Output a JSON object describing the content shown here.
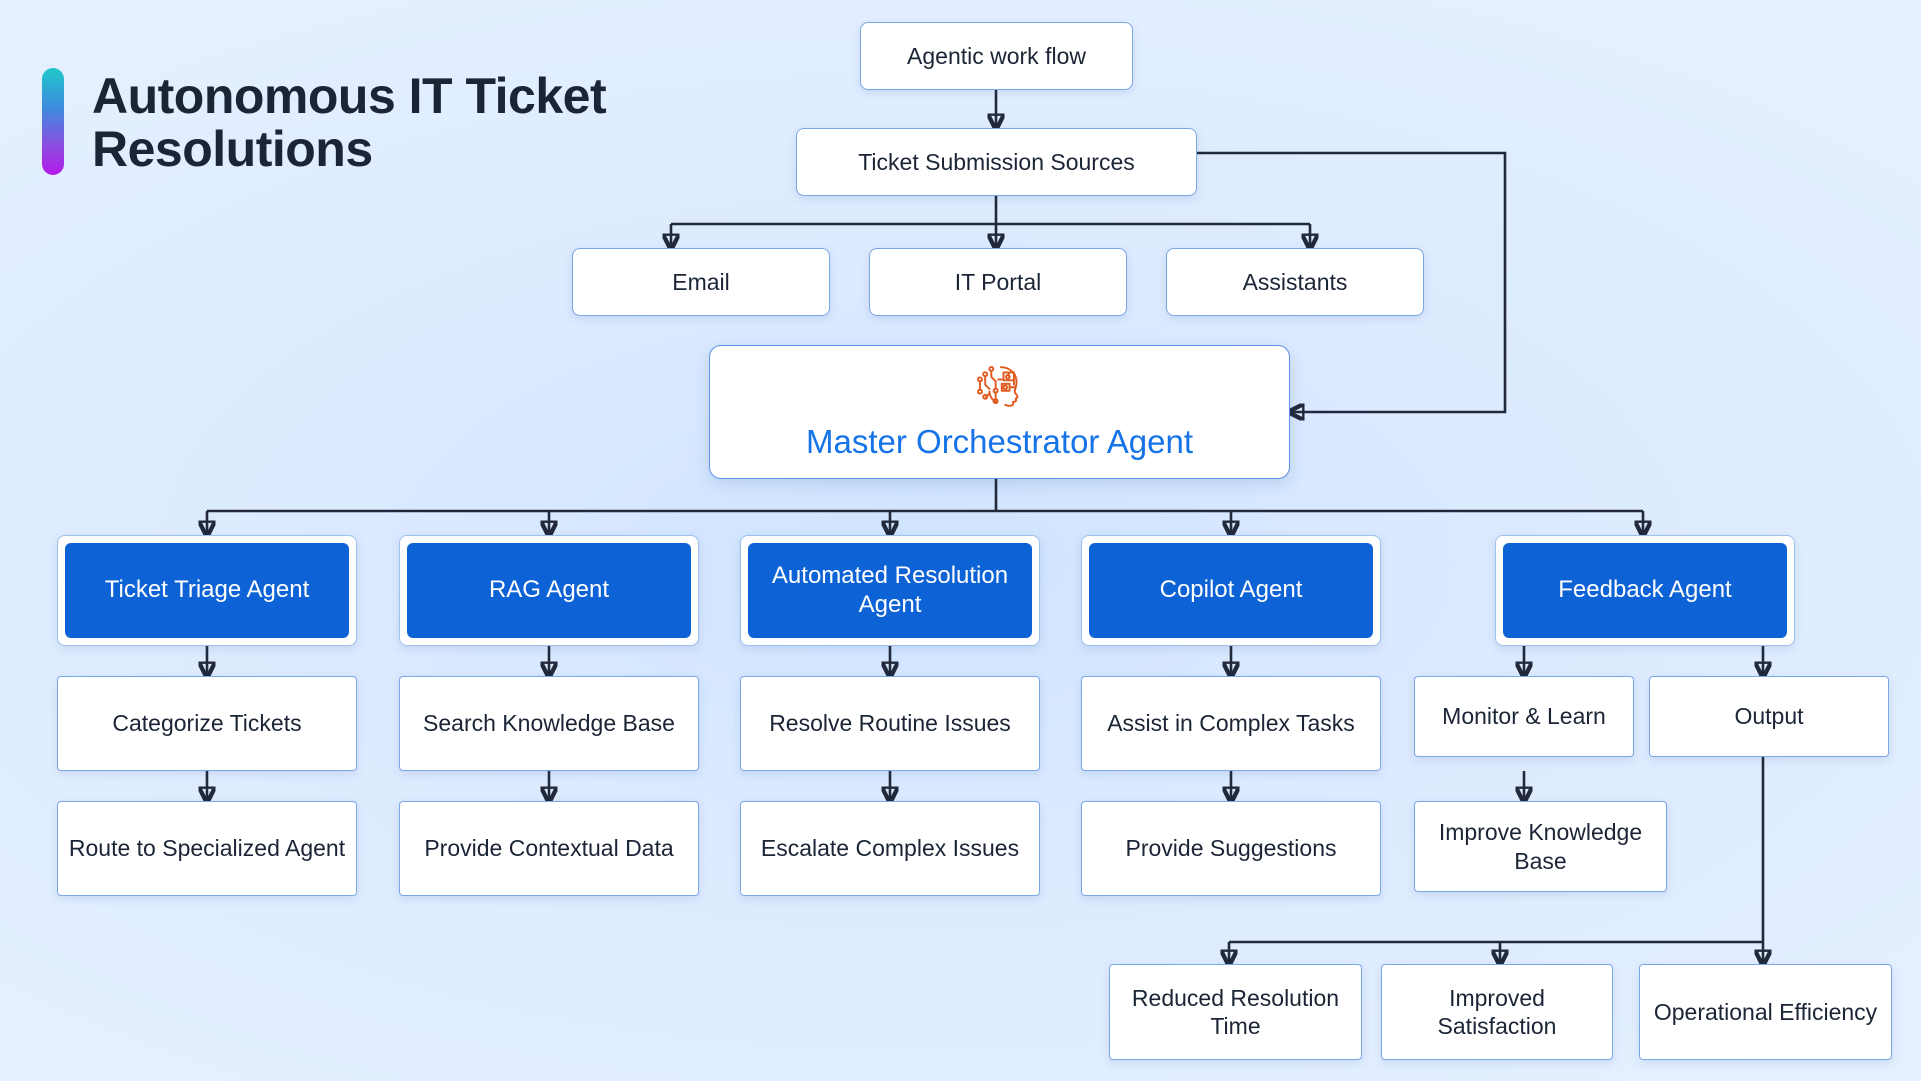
{
  "header": {
    "title": "Autonomous IT Ticket\nResolutions",
    "accent_top_color": "#1ec8c8",
    "accent_bottom_color": "#b31ae8"
  },
  "theme": {
    "background_color": "#dfeeff",
    "node_fill": "#ffffff",
    "node_border": "#7aa7e8",
    "agent_fill": "#0d63d6",
    "agent_text": "#ffffff",
    "orchestrator_text": "#1673e8",
    "icon_color": "#e05a1e",
    "connector_color": "#21293a"
  },
  "diagram": {
    "type": "flowchart",
    "root": {
      "label": "Agentic work flow"
    },
    "submission": {
      "label": "Ticket Submission Sources"
    },
    "sources": [
      {
        "label": "Email"
      },
      {
        "label": "IT Portal"
      },
      {
        "label": "Assistants"
      }
    ],
    "orchestrator": {
      "label": "Master Orchestrator Agent",
      "icon": "ai-circuit-head-icon"
    },
    "agents": [
      {
        "label": "Ticket Triage Agent",
        "steps": [
          "Categorize Tickets",
          "Route to Specialized Agent"
        ]
      },
      {
        "label": "RAG Agent",
        "steps": [
          "Search Knowledge Base",
          "Provide Contextual Data"
        ]
      },
      {
        "label": "Automated Resolution Agent",
        "steps": [
          "Resolve Routine Issues",
          "Escalate Complex Issues"
        ]
      },
      {
        "label": "Copilot Agent",
        "steps": [
          "Assist in Complex Tasks",
          "Provide Suggestions"
        ]
      },
      {
        "label": "Feedback Agent",
        "steps": [
          "Monitor & Learn",
          "Improve Knowledge Base"
        ]
      }
    ],
    "output": {
      "label": "Output"
    },
    "outcomes": [
      {
        "label": "Reduced Resolution Time"
      },
      {
        "label": "Improved Satisfaction"
      },
      {
        "label": "Operational Efficiency"
      }
    ]
  }
}
